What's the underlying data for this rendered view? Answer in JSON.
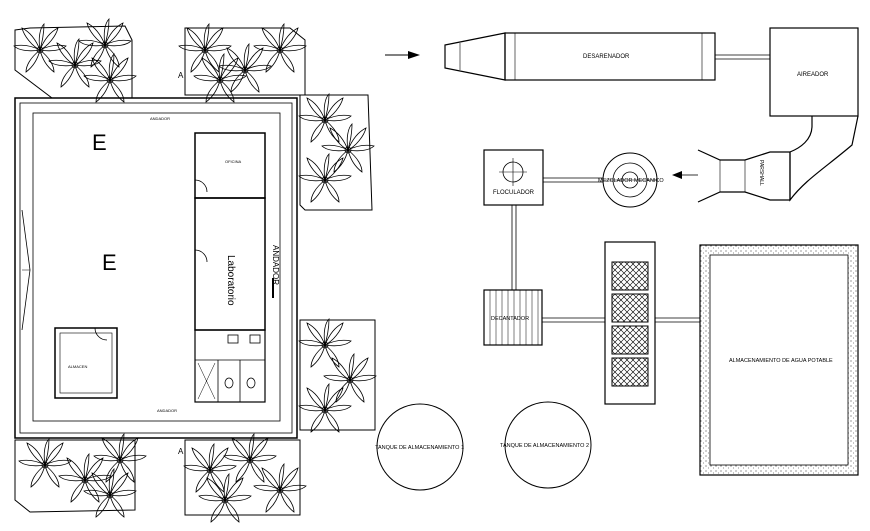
{
  "building": {
    "zone_mark_1": "E",
    "zone_mark_2": "E",
    "walkway_top": "ANDADOR",
    "walkway_right": "ANDADOR",
    "walkway_bottom": "ANDADOR",
    "office": "OFICINA",
    "laboratory": "Laboratorio",
    "storage": "ALMACEN"
  },
  "site": {
    "section_mark_top": "A",
    "section_mark_bottom": "A"
  },
  "treatment": {
    "desander": "DESARENADOR",
    "aerator": "AIREADOR",
    "parshall": "PARSHALL",
    "flocculator": "FLOCULADOR",
    "mixer": "MEZCLADOR MECANICO",
    "decanter": "DECANTADOR",
    "potable_storage": "ALMACENAMIENTO DE AGUA POTABLE",
    "tank_1": "TANQUE DE ALMACENAMIENTO 1",
    "tank_2": "TANQUE DE ALMACENAMIENTO 2"
  },
  "colors": {
    "line": "#000000",
    "background": "#ffffff"
  }
}
